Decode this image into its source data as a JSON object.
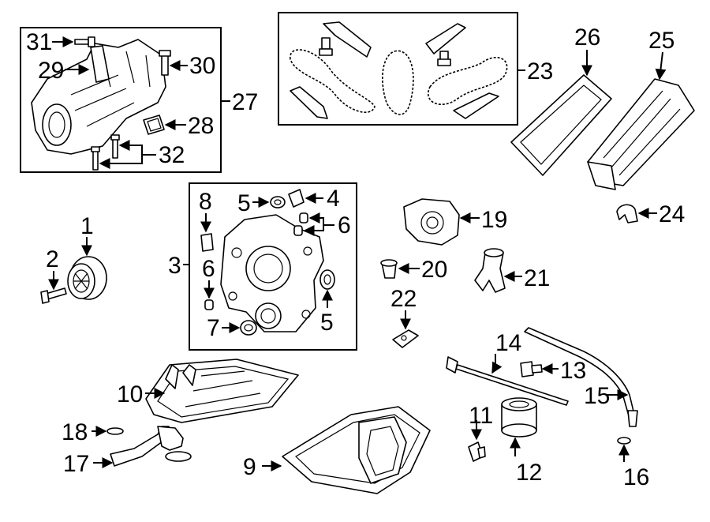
{
  "callouts": {
    "c1": "1",
    "c2": "2",
    "c3": "3",
    "c4": "4",
    "c5a": "5",
    "c5b": "5",
    "c6a": "6",
    "c6b": "6",
    "c7": "7",
    "c8": "8",
    "c9": "9",
    "c10": "10",
    "c11": "11",
    "c12": "12",
    "c13": "13",
    "c14": "14",
    "c15": "15",
    "c16": "16",
    "c17": "17",
    "c18": "18",
    "c19": "19",
    "c20": "20",
    "c21": "21",
    "c22": "22",
    "c23": "23",
    "c24": "24",
    "c25": "25",
    "c26": "26",
    "c27": "27",
    "c28": "28",
    "c29": "29",
    "c30": "30",
    "c31": "31",
    "c32": "32"
  }
}
